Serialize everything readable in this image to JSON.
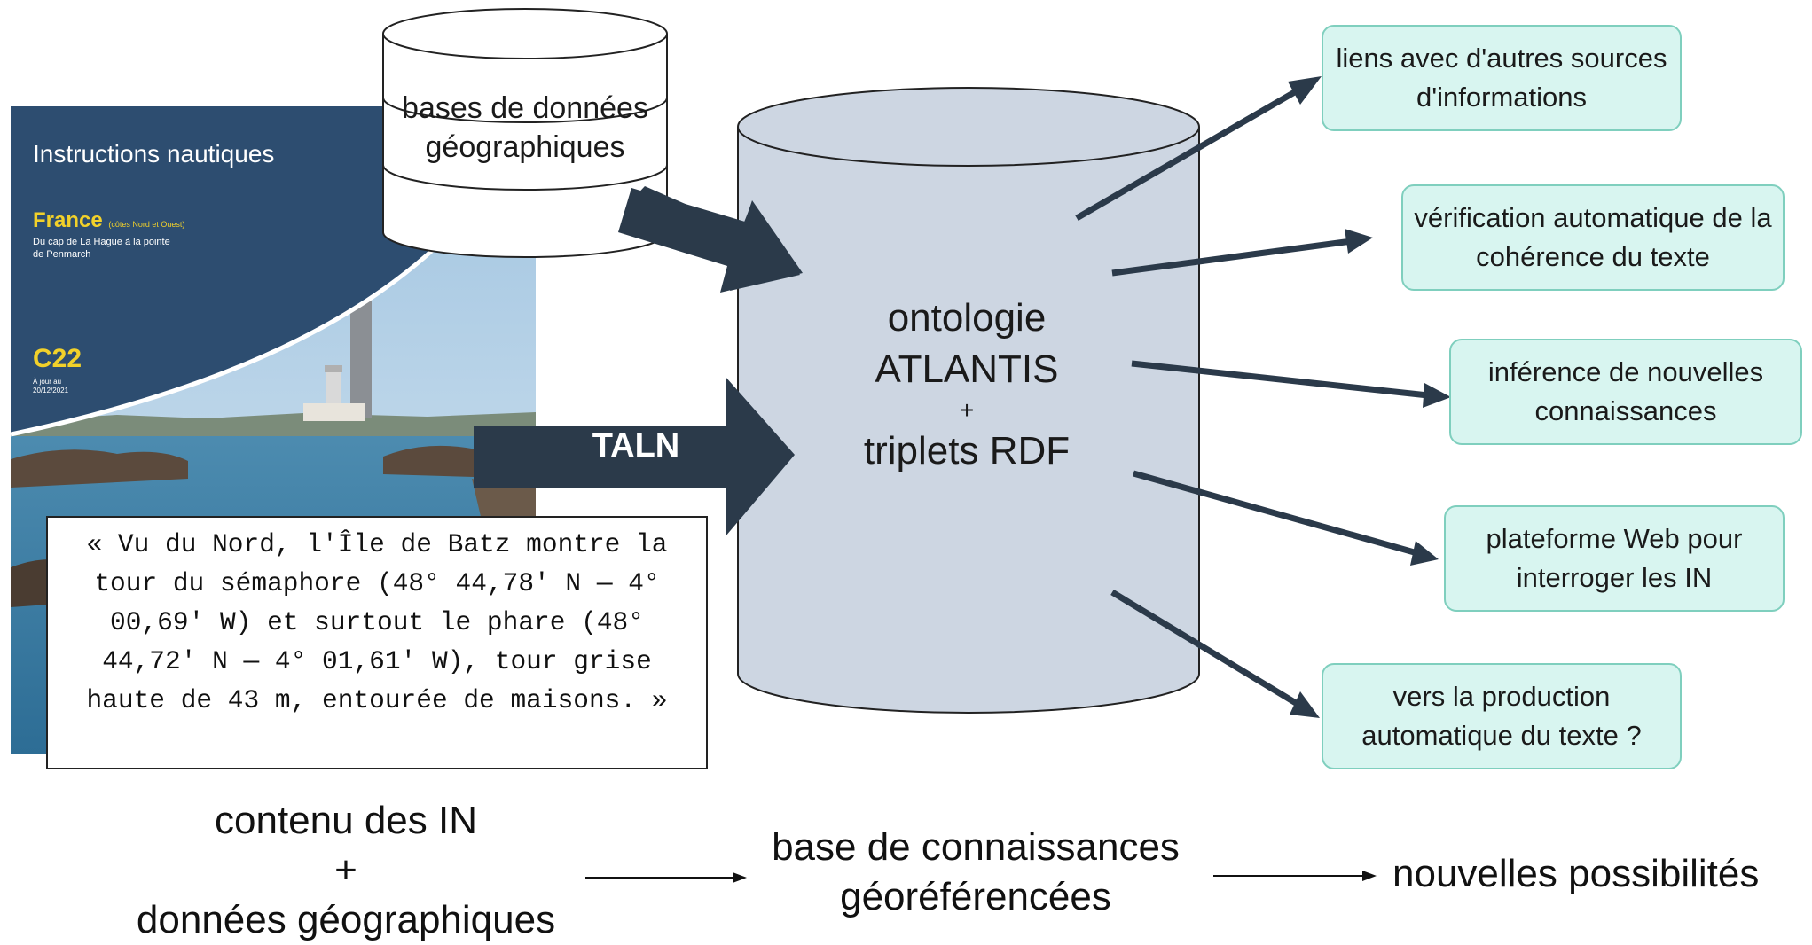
{
  "cover": {
    "title": "Instructions nautiques",
    "country": "France",
    "country_note": "(côtes Nord et Ouest)",
    "subtitle": "Du cap de La Hague à la pointe de Penmarch",
    "code": "C22",
    "date": "À jour au 20/12/2021"
  },
  "quote": "« Vu du Nord, l'Île de Batz montre la tour du sémaphore (48° 44,78' N — 4° 00,69' W) et surtout le phare (48° 44,72' N — 4° 01,61' W), tour grise haute de 43 m, entourée de maisons. »",
  "database_label": "bases de données géographiques",
  "taln_label": "TALN",
  "ontology": {
    "line1": "ontologie",
    "line2": "ATLANTIS",
    "plus": "+",
    "line3": "triplets RDF"
  },
  "outputs": [
    "liens avec d'autres sources d'informations",
    "vérification automatique de la cohérence du texte",
    "inférence de nouvelles connaissances",
    "plateforme Web pour interroger les IN",
    "vers la production automatique du texte ?"
  ],
  "bottom": {
    "left_line1": "contenu des IN",
    "left_plus": "+",
    "left_line2": "données géographiques",
    "middle_line1": "base de connaissances",
    "middle_line2": "géoréférencées",
    "right": "nouvelles possibilités"
  },
  "colors": {
    "arrow": "#2b3a4a",
    "cylinder_fill": "#cdd6e2",
    "box_fill": "#d8f5f0",
    "box_border": "#7fcfbe",
    "cover_blue": "#2d4d70",
    "cover_yellow": "#f2d12a"
  }
}
